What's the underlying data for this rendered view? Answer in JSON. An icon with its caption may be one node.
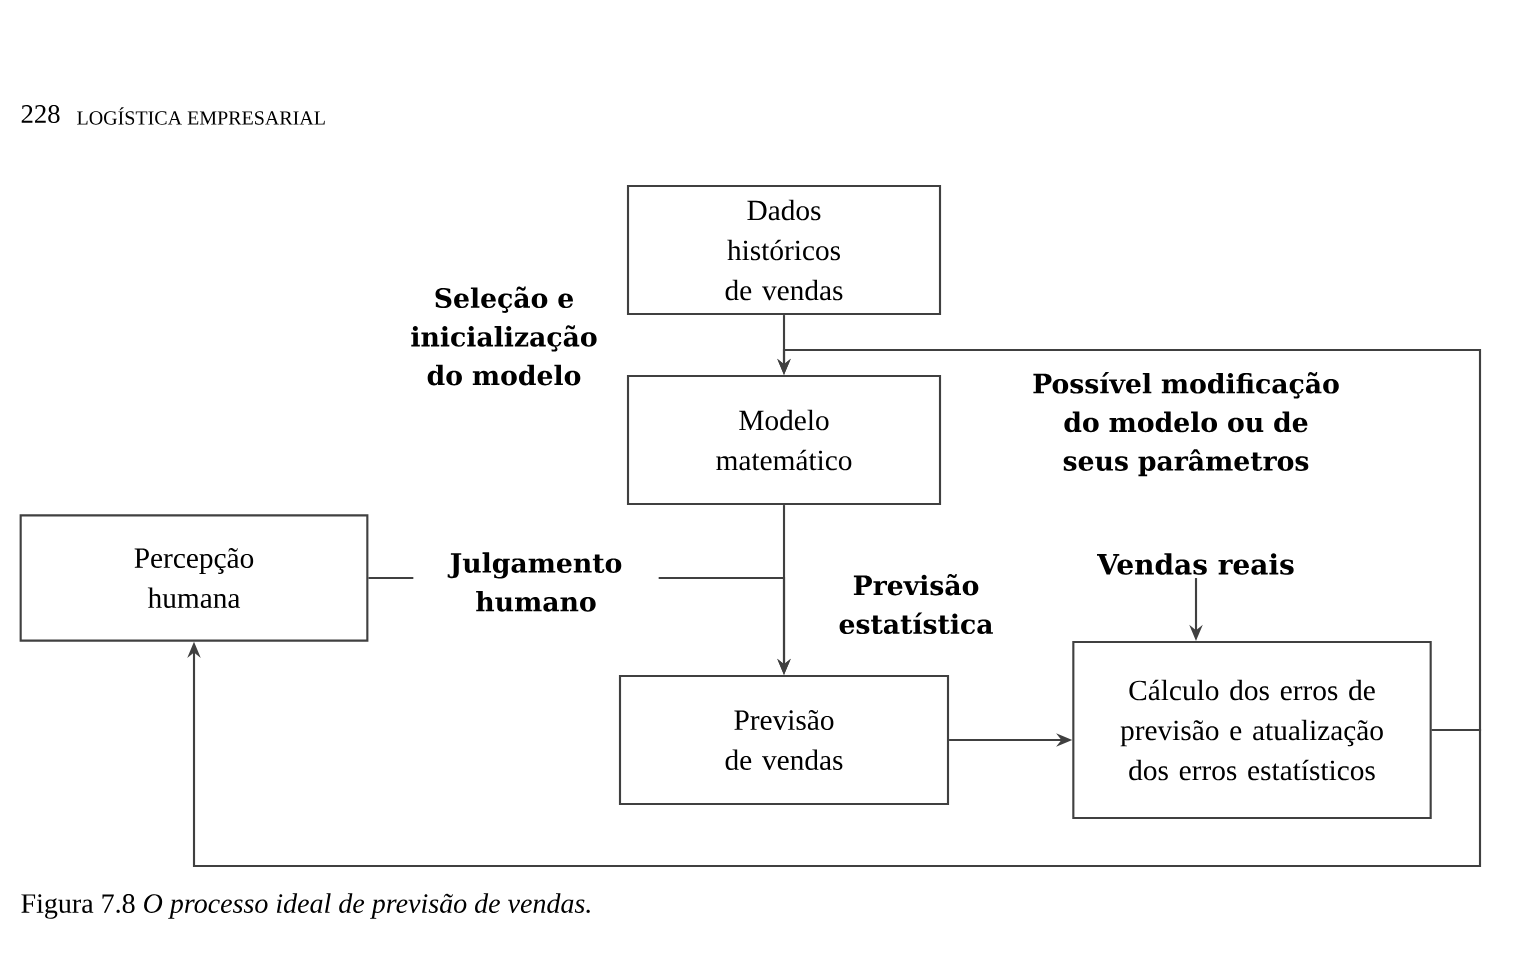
{
  "diagram": {
    "caption": "Figura 7.8 *O processo ideal de previsão de vendas.*",
    "nodes": [
      {
        "text": [
          "Dados históricos de vendas"
        ]
      },
      {
        "text": [
          "Modelo matemático"
        ]
      },
      {
        "text": [
          "Percepção humana"
        ]
      },
      {
        "text": [
          "Previsão de vendas"
        ]
      },
      {
        "text": [
          "Cálculo dos erros de previsão e atualização dos erros estatísticos"
        ]
      },
      {
        "text": [
          "Vendas reais"
        ]
      }
    ],
    "edges": [
      {
        "from": 0,
        "to": 1,
        "arrow": "to"
      },
      {
        "from": 1,
        "to": 3,
        "arrow": "to",
        "label": "Previsão estatística"
      },
      {
        "from": 2,
        "to": 3,
        "arrow": "to",
        "label": "Julgamento humano"
      },
      {
        "from": 3,
        "to": 4,
        "arrow": "to"
      },
      {
        "from": 4,
        "to": 1,
        "arrow": "to",
        "label": "Possível modificação do modelo ou de seus parâmetros"
      },
      {
        "from": 4,
        "to": 2,
        "arrow": "to"
      },
      {
        "from": 5,
        "to": 4,
        "arrow": "to"
      }
    ],
    "labels": [
      "228",
      "LOGÍSTICA EMPRESARIAL",
      "Seleção e inicialização do modelo"
    ]
  }
}
